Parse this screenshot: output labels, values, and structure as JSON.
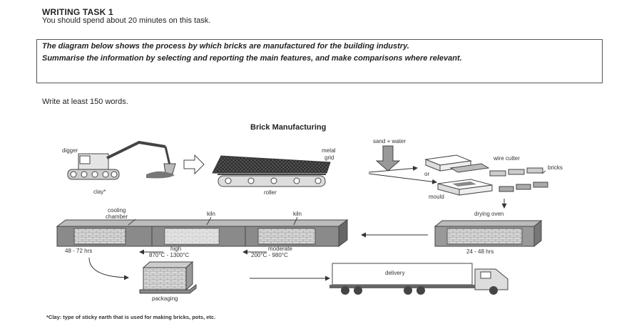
{
  "header": {
    "title": "WRITING TASK 1",
    "instruction": "You should spend about 20 minutes on this task."
  },
  "prompt": {
    "line1": "The diagram below shows the process by which bricks are manufactured for the building industry.",
    "line2": "Summarise the information by selecting and reporting the main features, and make comparisons where relevant."
  },
  "min_words": "Write at least 150 words.",
  "diagram": {
    "title": "Brick Manufacturing",
    "labels": {
      "digger": "digger",
      "clay": "clay*",
      "metal": "metal",
      "grid": "grid",
      "roller": "roller",
      "sand_water": "sand + water",
      "wire_cutter": "wire cutter",
      "or": "or",
      "bricks": "bricks",
      "mould": "mould",
      "drying_oven": "drying oven",
      "drying_time": "24 - 48 hrs",
      "cooling1": "cooling",
      "cooling2": "chamber",
      "kiln_high": "kiln",
      "kiln_moderate": "kiln",
      "cooling_time": "48 - 72 hrs",
      "high": "high",
      "high_temp": "870°C - 1300°C",
      "moderate": "moderate",
      "moderate_temp": "200°C - 980°C",
      "packaging": "packaging",
      "delivery": "delivery"
    }
  },
  "footnote": "*Clay: type of sticky earth that is used for making bricks, pots, etc."
}
